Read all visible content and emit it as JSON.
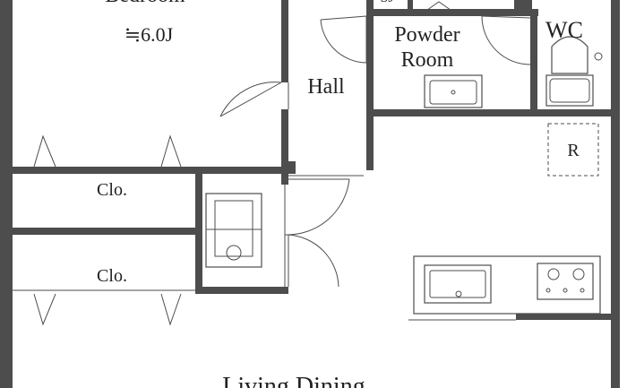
{
  "rooms": {
    "bedroom": {
      "name": "Bedroom",
      "size": "≒6.0J"
    },
    "hall": {
      "name": "Hall"
    },
    "powder": {
      "line1": "Powder",
      "line2": "Room"
    },
    "wc": {
      "name": "WC"
    },
    "refrigerator": {
      "name": "R"
    },
    "closet_upper": {
      "name": "Clo."
    },
    "closet_lower": {
      "name": "Clo."
    },
    "living": {
      "name": "Living Dining"
    },
    "top_partial": {
      "name": "SJ"
    }
  },
  "colors": {
    "wall": "#4d4d4d",
    "background": "#ffffff",
    "text": "#222222"
  }
}
